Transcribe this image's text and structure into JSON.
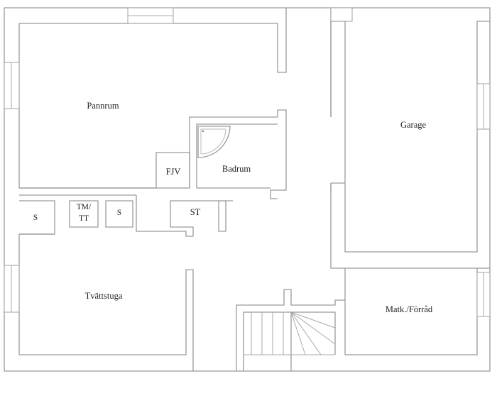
{
  "floorplan": {
    "rooms": {
      "pannrum": "Pannrum",
      "garage": "Garage",
      "badrum": "Badrum",
      "fjv": "FJV",
      "tvattstuga": "Tvättstuga",
      "matk_forrad": "Matk./Förråd",
      "st": "ST"
    },
    "fixtures": {
      "sink_left": "S",
      "sink_right": "S",
      "tm_line1": "TM/",
      "tm_line2": "TT"
    }
  }
}
